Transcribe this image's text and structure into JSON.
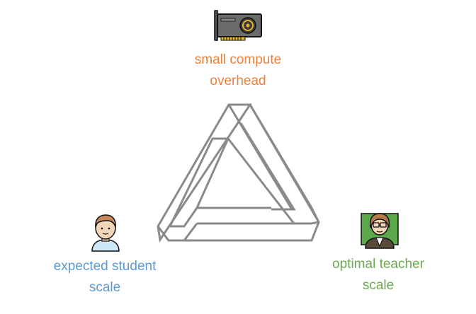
{
  "diagram": {
    "top": {
      "icon": "graphics-card-icon",
      "line1": "small compute",
      "line2": "overhead",
      "color": "#e8823a"
    },
    "left": {
      "icon": "student-icon",
      "line1": "expected student",
      "line2": "scale",
      "color": "#5b9bd5"
    },
    "right": {
      "icon": "teacher-icon",
      "line1": "optimal teacher",
      "line2": "scale",
      "color": "#6aa84f"
    },
    "center_shape": "penrose-triangle-icon"
  }
}
